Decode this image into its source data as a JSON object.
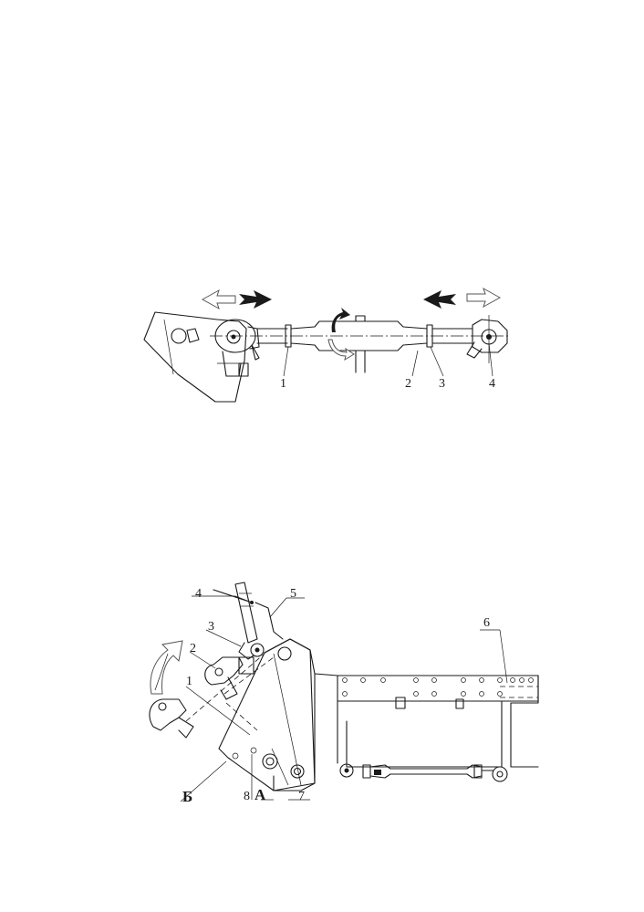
{
  "figure_top": {
    "callouts": [
      "1",
      "2",
      "3",
      "4"
    ]
  },
  "figure_bottom": {
    "callouts": [
      "1",
      "2",
      "3",
      "4",
      "5",
      "6",
      "7",
      "8"
    ],
    "view_letters": [
      "Б",
      "А"
    ]
  },
  "icons": {
    "arrow_solid": "solid-direction-arrow-icon",
    "arrow_hollow": "hollow-direction-arrow-icon",
    "arrow_rotate": "rotate-arrow-icon"
  }
}
